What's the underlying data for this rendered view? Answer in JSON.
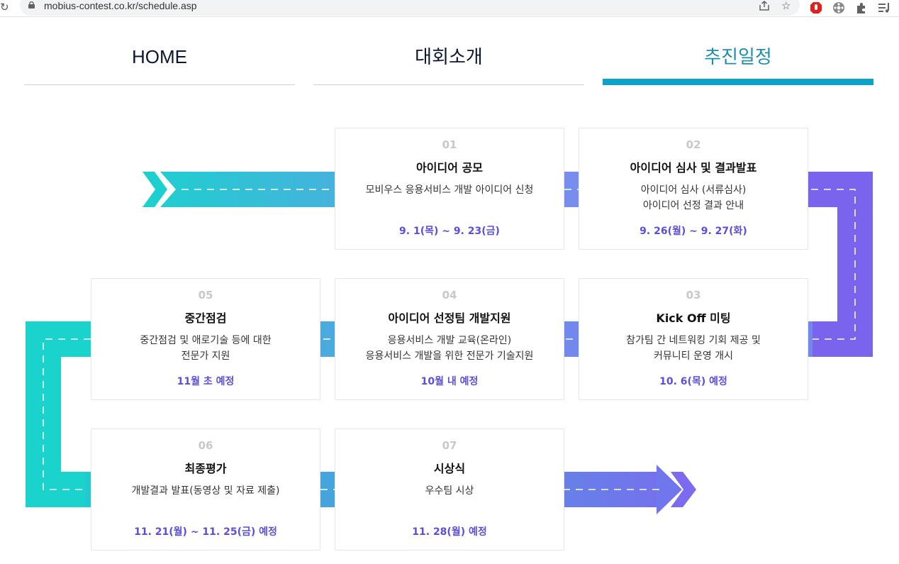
{
  "browser": {
    "url": "mobius-contest.co.kr/schedule.asp"
  },
  "tabs": [
    {
      "label": "HOME",
      "active": false
    },
    {
      "label": "대회소개",
      "active": false
    },
    {
      "label": "추진일정",
      "active": true
    }
  ],
  "colors": {
    "accent": "#0ba3c9",
    "date_text": "#5a4fdb",
    "road_teal": "#19d2cc",
    "road_purple": "#7a64ee"
  },
  "steps": [
    {
      "num": "01",
      "title": "아이디어 공모",
      "desc": [
        "모비우스 응용서비스 개발 아이디어 신청"
      ],
      "date": "9. 1(목) ~ 9. 23(금)"
    },
    {
      "num": "02",
      "title": "아이디어 심사 및 결과발표",
      "desc": [
        "아이디어 심사 (서류심사)",
        "아이디어 선정 결과 안내"
      ],
      "date": "9. 26(월) ~ 9. 27(화)"
    },
    {
      "num": "03",
      "title": "Kick Off 미팅",
      "desc": [
        "참가팀 간 네트워킹 기회 제공 및",
        "커뮤니티 운영 개시"
      ],
      "date": "10. 6(목) 예정"
    },
    {
      "num": "04",
      "title": "아이디어 선정팀 개발지원",
      "desc": [
        "응용서비스 개발 교육(온라인)",
        "응용서비스 개발을 위한 전문가 기술지원"
      ],
      "date": "10월 내 예정"
    },
    {
      "num": "05",
      "title": "중간점검",
      "desc": [
        "중간점검 및 애로기술 등에 대한",
        "전문가 지원"
      ],
      "date": "11월 초 예정"
    },
    {
      "num": "06",
      "title": "최종평가",
      "desc": [
        "개발결과 발표(동영상 및 자료 제출)"
      ],
      "date": "11. 21(월) ~ 11. 25(금) 예정"
    },
    {
      "num": "07",
      "title": "시상식",
      "desc": [
        "우수팀 시상"
      ],
      "date": "11. 28(월) 예정"
    }
  ]
}
